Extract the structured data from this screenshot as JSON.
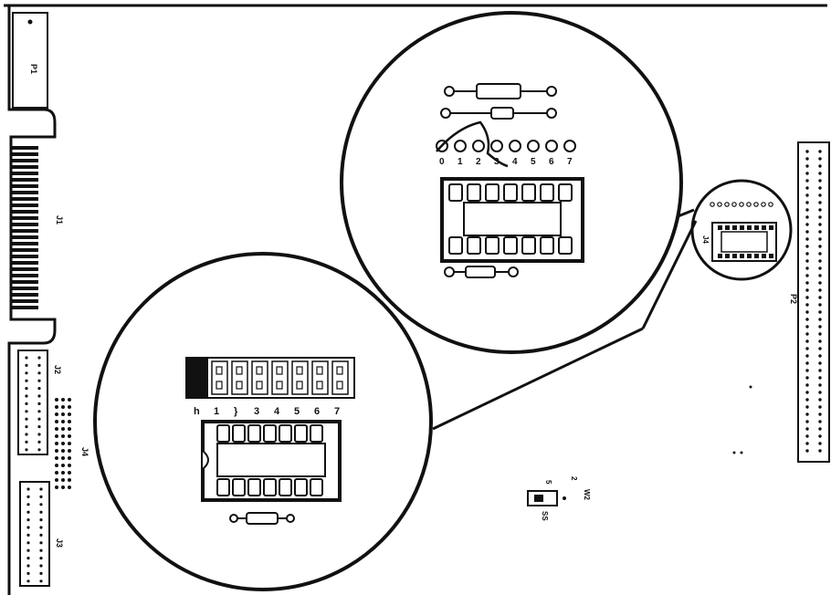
{
  "labels": {
    "p1": "P1",
    "p2": "P2",
    "j1": "J1",
    "j2": "J2",
    "j3": "J3",
    "j4": "J4",
    "j4_inset": "J4",
    "w2": "W2",
    "w2_pin_left": "5",
    "w2_pin_right": "2",
    "w2_ss": "SS"
  },
  "upper_inset": {
    "pin_numbers": [
      "0",
      "1",
      "2",
      "3",
      "4",
      "5",
      "6",
      "7"
    ]
  },
  "lower_inset": {
    "switch_numbers": [
      "h",
      "1",
      "}",
      "3",
      "4",
      "5",
      "6",
      "7"
    ]
  }
}
